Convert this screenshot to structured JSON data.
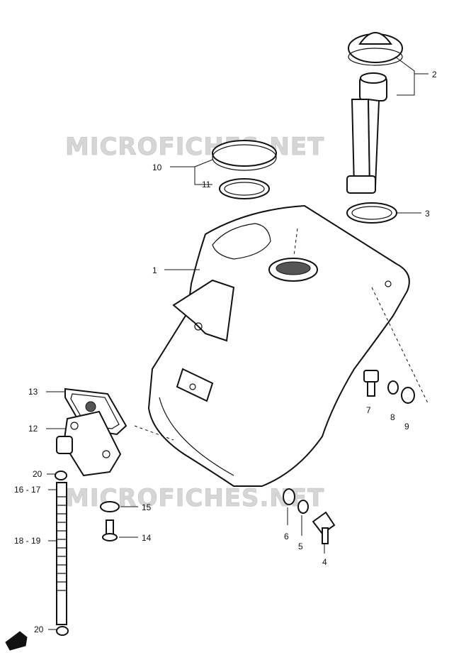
{
  "watermark": "MICROFICHES.NET",
  "callouts": {
    "p1": "1",
    "p2": "2",
    "p3": "3",
    "p4": "4",
    "p5": "5",
    "p6": "6",
    "p7": "7",
    "p8": "8",
    "p9": "9",
    "p10": "10",
    "p11": "11",
    "p12": "12",
    "p13": "13",
    "p14": "14",
    "p15": "15",
    "p16_17": "16 - 17",
    "p18_19": "18 - 19",
    "p20a": "20",
    "p20b": "20"
  }
}
